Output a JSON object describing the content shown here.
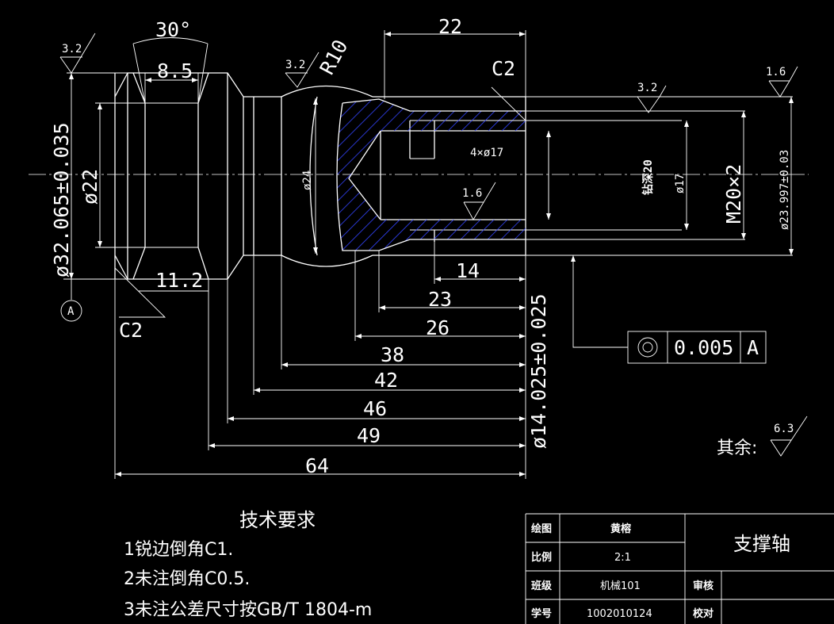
{
  "dimensions": {
    "angle_30": "30°",
    "d_8_5": "8.5",
    "d_22_top": "22",
    "r10": "R10",
    "c2_top": "C2",
    "rough_32_a": "3.2",
    "rough_32_b": "3.2",
    "rough_32_c": "3.2",
    "rough_16_a": "1.6",
    "rough_16_b": "1.6",
    "dia_32": "ø32.065±0.035",
    "dia_22": "ø22",
    "dia_24": "ø24",
    "hole_4x17": "4×ø17",
    "depth_20": "钻深20",
    "dia_17": "ø17",
    "m20": "M20×2",
    "dia_23997": "ø23.997±0.03",
    "d_11_2": "11.2",
    "c2_bottom": "C2",
    "datum_a": "A",
    "d_14": "14",
    "d_23": "23",
    "d_26": "26",
    "d_38": "38",
    "d_42": "42",
    "d_46": "46",
    "d_49": "49",
    "d_64": "64",
    "dia_14025": "ø14.025±0.025",
    "tol_value": "0.005",
    "tol_datum": "A",
    "remainder_label": "其余:",
    "rough_63": "6.3"
  },
  "notes": {
    "title": "技术要求",
    "items": [
      "1锐边倒角C1.",
      "2未注倒角C0.5.",
      "3未注公差尺寸按GB/T 1804-m"
    ]
  },
  "title_block": {
    "drawn_label": "绘图",
    "drawn_value": "黄榕",
    "scale_label": "比例",
    "scale_value": "2:1",
    "class_label": "班级",
    "class_value": "机械101",
    "id_label": "学号",
    "id_value": "1002010124",
    "review_label": "审核",
    "check_label": "校对",
    "part_name": "支撑轴"
  }
}
